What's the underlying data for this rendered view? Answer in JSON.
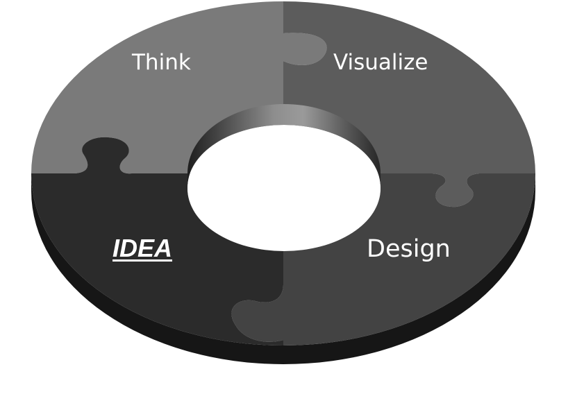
{
  "segments": [
    {
      "key": "think",
      "label": "Think",
      "color": "#7a7a7a"
    },
    {
      "key": "visualize",
      "label": "Visualize",
      "color": "#5c5c5c"
    },
    {
      "key": "design",
      "label": "Design",
      "color": "#434343"
    },
    {
      "key": "idea",
      "label": "IDEA",
      "color": "#2b2b2b"
    }
  ],
  "colors": {
    "side_left": "#1a1a1a",
    "side_right": "#141414",
    "hole_wall_light": "#8e8e8e",
    "hole_wall_dark": "#202020",
    "label_text": "#ffffff",
    "background": "#ffffff"
  }
}
